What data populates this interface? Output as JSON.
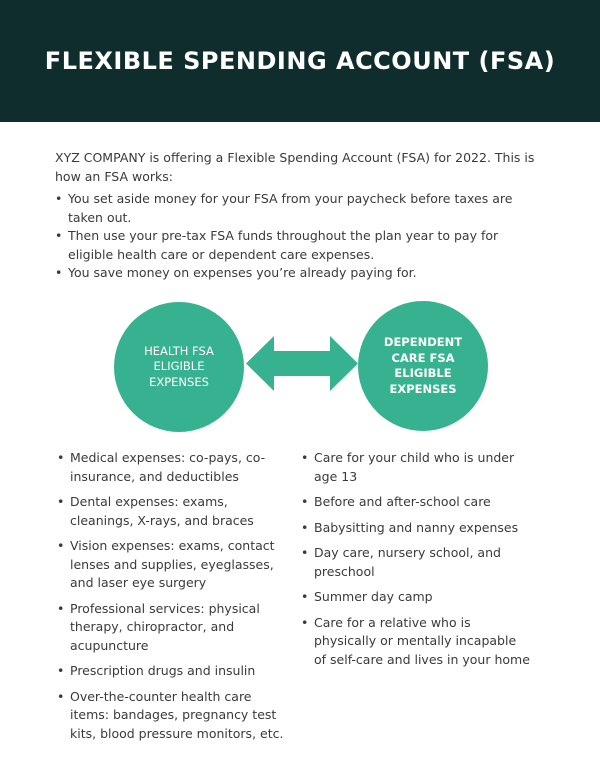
{
  "header": {
    "title": "FLEXIBLE SPENDING ACCOUNT (FSA)"
  },
  "intro": {
    "text": "XYZ COMPANY is offering a Flexible Spending Account (FSA) for 2022. This is how an FSA works:",
    "bullets": [
      "You set aside money for your FSA from your paycheck before taxes are taken out.",
      "Then use your pre-tax FSA funds throughout the plan year to pay for eligible health care or dependent care expenses.",
      "You save money on expenses you’re already paying for."
    ]
  },
  "diagram": {
    "left_label": "HEALTH FSA ELIGIBLE EXPENSES",
    "right_label": "DEPENDENT CARE FSA ELIGIBLE EXPENSES",
    "color": "#36b291"
  },
  "health_list": [
    "Medical expenses: co-pays, co-insurance, and deductibles",
    "Dental expenses: exams, cleanings, X-rays, and braces",
    "Vision expenses: exams, contact lenses and supplies, eyeglasses, and laser eye surgery",
    "Professional services: physical therapy, chiropractor, and acupuncture",
    "Prescription drugs and insulin",
    "Over-the-counter health care items: bandages, pregnancy test kits, blood pressure monitors, etc."
  ],
  "dependent_list": [
    "Care for your child who is under age 13",
    "Before and after-school care",
    "Babysitting and nanny expenses",
    "Day care, nursery school, and preschool",
    "Summer day camp",
    "Care for a relative who is physically or mentally incapable of self-care and lives in your home"
  ]
}
